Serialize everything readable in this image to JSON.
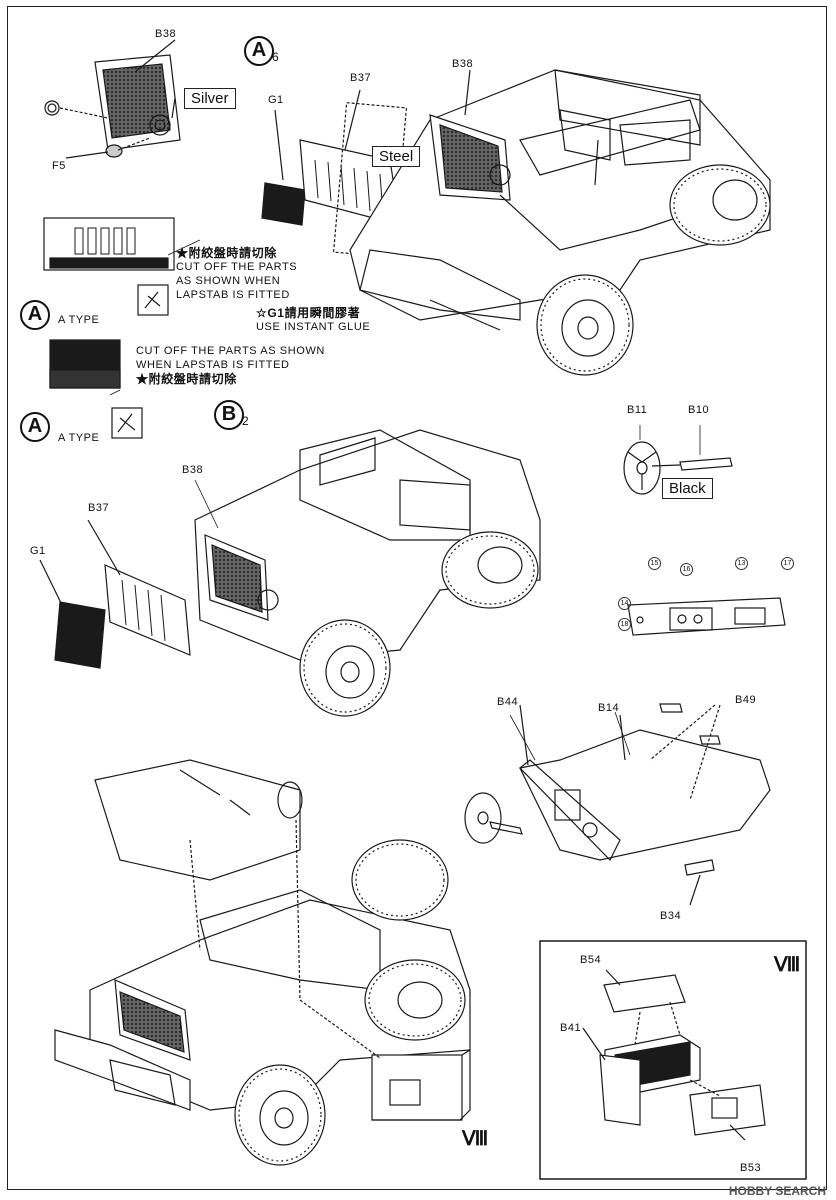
{
  "steps": {
    "a6_letter": "A",
    "a6_sub": "6",
    "b2_letter": "B",
    "b2_sub": "2",
    "a_type_letter": "A",
    "a_type_label": "A TYPE",
    "a_type2_letter": "A",
    "a_type2_label": "A TYPE"
  },
  "paint": {
    "silver": "Silver",
    "steel": "Steel",
    "black": "Black"
  },
  "parts": {
    "b38_a": "B38",
    "f5": "F5",
    "g1_a": "G1",
    "b37_a": "B37",
    "b38_b": "B38",
    "b11": "B11",
    "b10": "B10",
    "b38_c": "B38",
    "b37_b": "B37",
    "g1_b": "G1",
    "b44": "B44",
    "b14": "B14",
    "b49": "B49",
    "b34": "B34",
    "b54": "B54",
    "b41": "B41",
    "b53": "B53"
  },
  "notes": {
    "cut_cjk": "★附絞盤時請切除",
    "cut_en_1": "CUT OFF THE PARTS",
    "cut_en_2": "AS SHOWN WHEN",
    "cut_en_3": "LAPSTAB IS FITTED",
    "glue_cjk": "☆G1請用瞬間膠著",
    "glue_en": "USE INSTANT GLUE",
    "cut2_en_1": "CUT OFF THE PARTS AS SHOWN",
    "cut2_en_2": "WHEN LAPSTAB IS FITTED",
    "cut2_cjk": "★附絞盤時請切除"
  },
  "decals": [
    "15",
    "16",
    "13",
    "17",
    "14",
    "18"
  ],
  "subassembly": {
    "roman_inset": "Ⅷ",
    "roman_main": "Ⅷ"
  },
  "watermark": "HOBBY SEARCH"
}
